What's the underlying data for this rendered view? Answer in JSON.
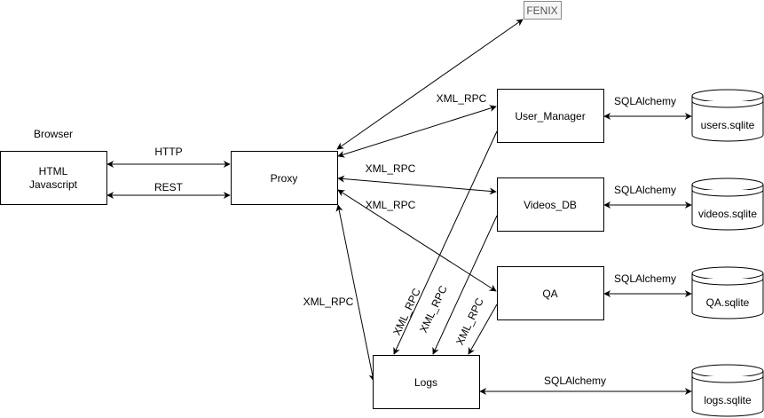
{
  "nodes": {
    "browser_label": "Browser",
    "html_line1": "HTML",
    "html_line2": "Javascript",
    "proxy": "Proxy",
    "fenix": "FENIX",
    "user_manager": "User_Manager",
    "videos_db": "Videos_DB",
    "qa": "QA",
    "logs": "Logs"
  },
  "databases": {
    "users": "users.sqlite",
    "videos": "videos.sqlite",
    "qa": "QA.sqlite",
    "logs": "logs.sqlite"
  },
  "edge_labels": {
    "http": "HTTP",
    "rest": "REST",
    "xmlrpc_user": "XML_RPC",
    "xmlrpc_videos": "XML_RPC",
    "xmlrpc_qa": "XML_RPC",
    "xmlrpc_logs": "XML_RPC",
    "xmlrpc_um_logs": "XML_RPC",
    "xmlrpc_vdb_logs": "XML_RPC",
    "xmlrpc_qa_logs": "XML_RPC",
    "sqla_users": "SQLAlchemy",
    "sqla_videos": "SQLAlchemy",
    "sqla_qa": "SQLAlchemy",
    "sqla_logs": "SQLAlchemy"
  }
}
